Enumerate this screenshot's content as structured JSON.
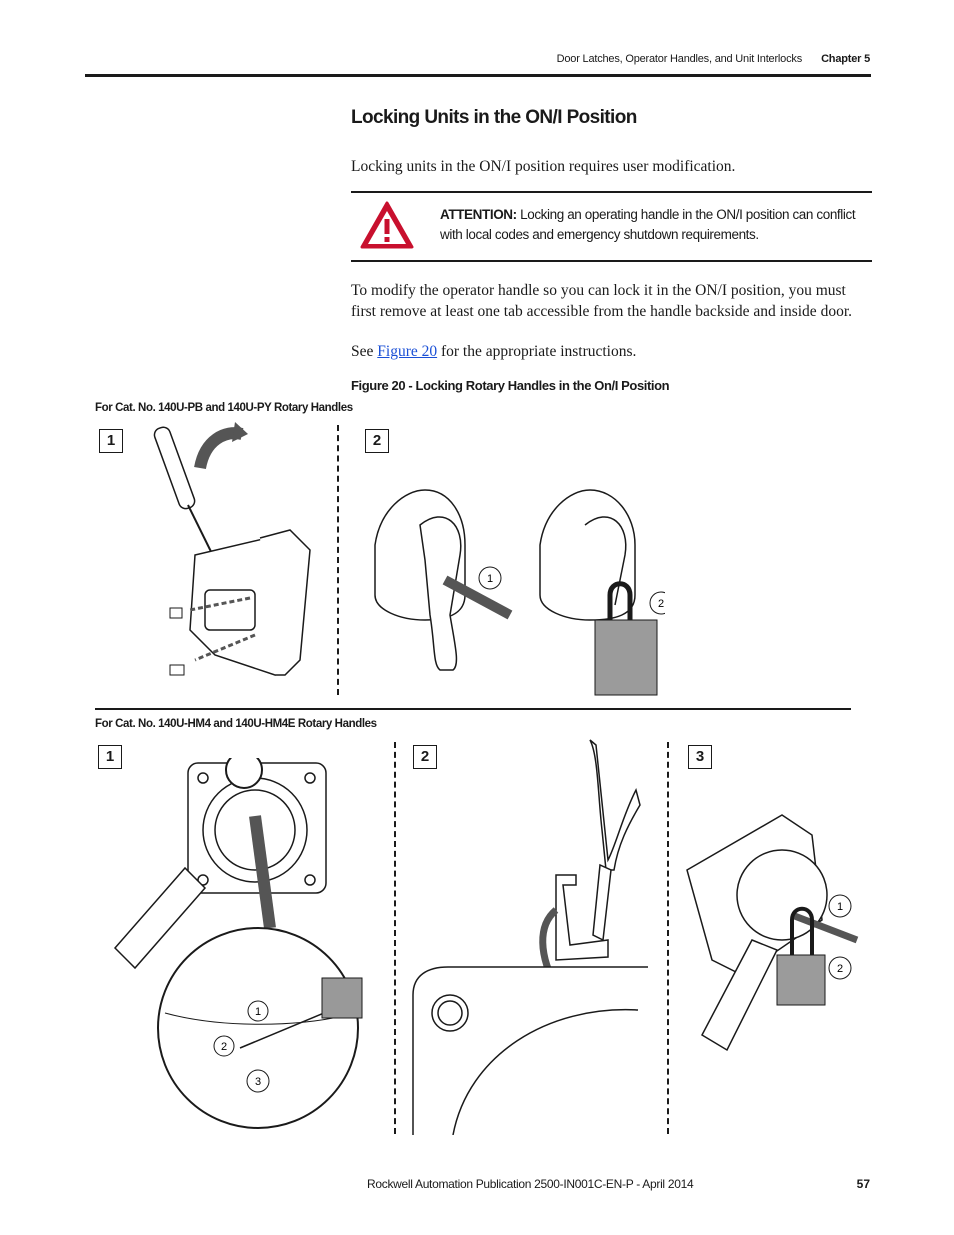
{
  "header": {
    "section": "Door Latches, Operator Handles, and Unit Interlocks",
    "chapter": "Chapter 5"
  },
  "title": "Locking Units in the ON/I Position",
  "intro": "Locking units in the ON/I position requires user modification.",
  "attention": {
    "label": "ATTENTION:",
    "text": "Locking an operating handle in the ON/I position can conflict with local codes and emergency shutdown requirements.",
    "icon": "warning-triangle-icon",
    "color": "#c8102e"
  },
  "para1": "To modify the operator handle so you can lock it in the ON/I position, you must first remove at least one tab accessible from the handle backside and inside door.",
  "para2": {
    "prefix": "See ",
    "link": "Figure 20",
    "suffix": " for the appropriate instructions."
  },
  "figure_caption": "Figure 20 - Locking Rotary Handles in the On/I Position",
  "section1": {
    "heading": "For Cat. No. 140U-PB and 140U-PY Rotary Handles",
    "steps": [
      "1",
      "2"
    ],
    "callouts": [
      "1",
      "2"
    ]
  },
  "section2": {
    "heading": "For Cat. No. 140U-HM4 and 140U-HM4E Rotary Handles",
    "steps": [
      "1",
      "2",
      "3"
    ],
    "callouts_step1": [
      "1",
      "2",
      "3"
    ],
    "callouts_step3": [
      "1",
      "2"
    ]
  },
  "footer": {
    "publication": "Rockwell Automation Publication 2500-IN001C-EN-P - April 2014",
    "page": "57"
  }
}
